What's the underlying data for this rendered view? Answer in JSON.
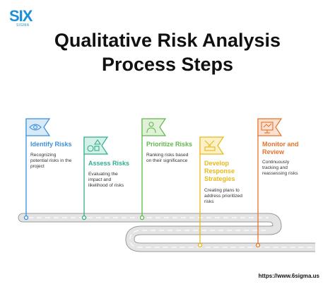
{
  "logo": {
    "brand": "SIX",
    "sub": "SIGMA"
  },
  "title_line1": "Qualitative Risk Analysis",
  "title_line2": "Process Steps",
  "url": "https://www.6sigma.us",
  "colors": {
    "blue": "#3a8fdc",
    "teal": "#2fae8f",
    "green": "#5fb84a",
    "yellow": "#e8b915",
    "orange": "#e8732a",
    "road": "#e4e4e4",
    "road_border": "#9a9a9a"
  },
  "steps": [
    {
      "title": "Identify Risks",
      "desc": [
        "Recognizing",
        "potential risks in the",
        "project"
      ],
      "icon": "eye-icon"
    },
    {
      "title": "Assess Risks",
      "desc": [
        "Evaluating the",
        "impact and",
        "likelihood of risks"
      ],
      "icon": "shapes-icon"
    },
    {
      "title": "Prioritize Risks",
      "desc": [
        "Ranking risks based",
        "on their significance"
      ],
      "icon": "person-icon"
    },
    {
      "title": [
        "Develop",
        "Response",
        "Strategies"
      ],
      "desc": [
        "Creating plans to",
        "address prioritized",
        "risks"
      ],
      "icon": "tools-icon"
    },
    {
      "title": [
        "Monitor and",
        "Review"
      ],
      "desc": [
        "Continuously",
        "tracking and",
        "reassessing risks"
      ],
      "icon": "monitor-icon"
    }
  ]
}
